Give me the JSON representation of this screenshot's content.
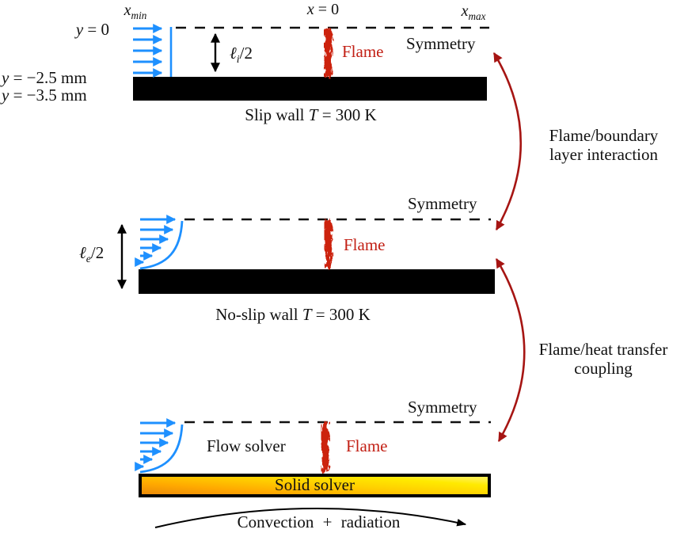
{
  "axis": {
    "x_min": {
      "base": "x",
      "sub": "min"
    },
    "x_zero": {
      "base": "x",
      "eq": " = 0"
    },
    "x_max": {
      "base": "x",
      "sub": "max"
    },
    "y_zero": {
      "base": "y",
      "eq": " = 0"
    },
    "y_wall_top": {
      "base": "y",
      "eq": " = −2.5 mm"
    },
    "y_wall_bottom": {
      "base": "y",
      "eq": " = −3.5 mm"
    }
  },
  "panel_top": {
    "half_width_label": {
      "base": "ℓ",
      "sub": "i",
      "rest": "/2"
    },
    "symmetry": "Symmetry",
    "flame": "Flame",
    "wall": {
      "pre": "Slip wall ",
      "var": "T",
      "rest": " = 300 K"
    }
  },
  "panel_mid": {
    "half_width_label": {
      "base": "ℓ",
      "sub": "e",
      "rest": "/2"
    },
    "symmetry": "Symmetry",
    "flame": "Flame",
    "wall": {
      "pre": "No-slip wall ",
      "var": "T",
      "rest": " = 300 K"
    }
  },
  "panel_bottom": {
    "symmetry": "Symmetry",
    "flame": "Flame",
    "flow_solver": "Flow solver",
    "solid_solver": "Solid solver",
    "convection": "Convection + radiation"
  },
  "annotations": {
    "interaction_line1": "Flame/boundary",
    "interaction_line2": "layer interaction",
    "coupling_line1": "Flame/heat transfer",
    "coupling_line2": "coupling"
  },
  "colors": {
    "flow_blue": "#1e90ff",
    "flame_red": "#cc2211",
    "flame_text_red": "#c22015",
    "coupling_arrow_red": "#a61513",
    "wall_black": "#000000",
    "dash_black": "#111111",
    "solid_bar_left": "#e8860a",
    "solid_bar_mid": "#ffc400",
    "solid_bar_right": "#fff04f"
  }
}
